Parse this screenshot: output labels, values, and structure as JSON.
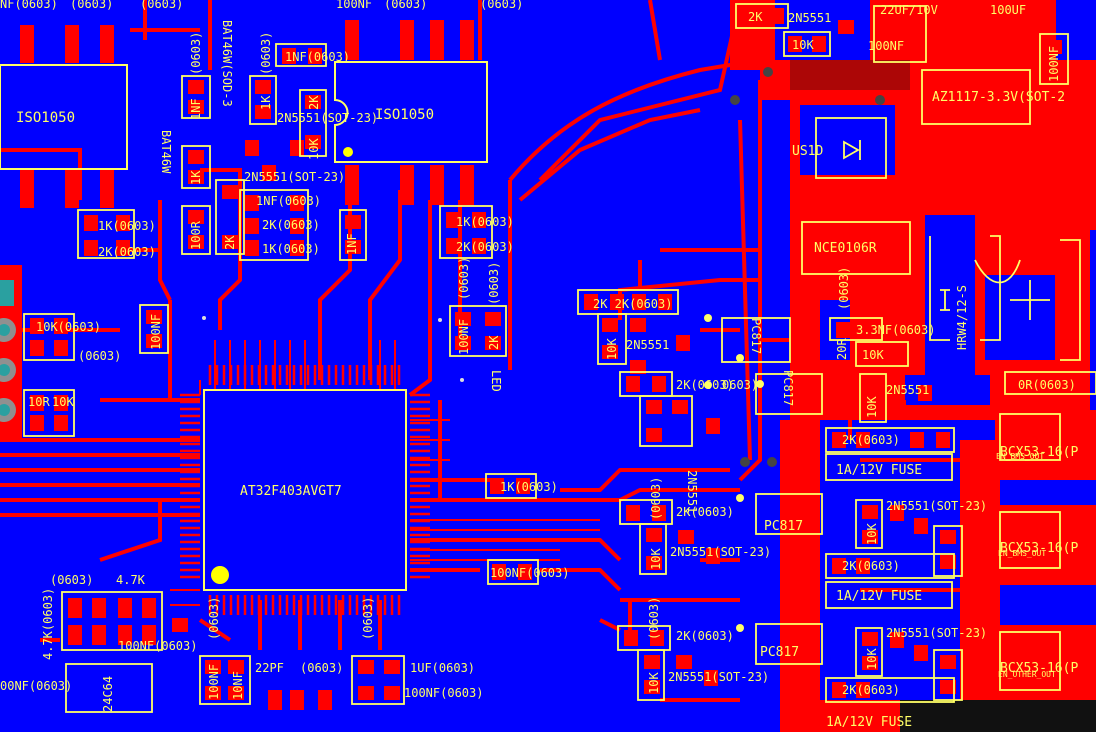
{
  "colors": {
    "background": "#0000ff",
    "copper_top": "#ff0000",
    "silkscreen": "#ffff66",
    "pad_dark": "#aa0000",
    "via": "#444444",
    "via_hole": "#dddddd",
    "bottom_copper_dark": "#111111",
    "connector_gray": "#909090",
    "connector_teal": "#2aa0a0"
  },
  "components": {
    "mcu": "AT32F403AVGT7",
    "can_left": "ISO1050",
    "can_mid": "ISO1050",
    "regulator": "AZ1117-3.3V(SOT-2",
    "mosfet": "NCE0106R",
    "diode": "US1D",
    "eeprom": "24C64",
    "fuse_1": "1A/12V FUSE",
    "fuse_2": "1A/12V FUSE",
    "fuse_3": "1A/12V FUSE",
    "opto_1": "PC817",
    "opto_2": "PC817",
    "opto_3": "PC817",
    "opto_4": "PC817",
    "relay_1": "BCX53-16(P",
    "relay_2": "BCX53-16(P",
    "relay_3": "BCX53-16(P",
    "relay_out_1": "EN_BMS_OUT",
    "relay_out_2": "EN_BMS_OUT",
    "relay_out_3": "EN_OTHER_OUT",
    "switch": "HRW4/12-S",
    "diode_pair_v": "BAT46W(SOD-3",
    "diode_pair_v2": "BAT46W",
    "led": "LED"
  },
  "labels": {
    "top_left_cut": "NF(0603)",
    "top_left_a": "(0603)",
    "top_left_b": "(0603)",
    "top_mid_a": "100NF",
    "top_mid_b": "(0603)",
    "top_mid_c": "(0603)",
    "nf1": "1NF(0603)",
    "q_top": "2N5551(SOT-23)",
    "q_mid": "2N5551(SOT-23)",
    "r_1nf": "1NF(0603)",
    "r_2k_a": "2K(0603)",
    "r_1k_a": "1K(0603)",
    "r_1k_left": "1K(0603)",
    "r_2k_left": "2K(0603)",
    "r_1k_right": "1K(0603)",
    "r_2k_right": "2K(0603)",
    "r_10k_a": "10K(0603)",
    "r_0603_a": "(0603)",
    "r_100nf_left": "100NF",
    "r_0603_v1": "(0603)",
    "r_0603_v2": "(0603)",
    "r_100nf_v": "100NF",
    "r_2k_v": "2K",
    "r_10r": "10R",
    "r_10k_b": "10K",
    "r_1k_mid": "1K(0603)",
    "r_100nf_mid": "100NF(0603)",
    "r_2k_2k": "2K 2K(0603)",
    "r_10k_v": "10K",
    "q_right": "2N5551",
    "r_0603_right": "0603)",
    "r_2k_0603": "2K(0603)",
    "r_22uf": "22UF/10V",
    "r_100uf": "100UF",
    "r_2k_top": "2K",
    "q_top_right": "2N5551",
    "r_10k_top": "10K",
    "r_100nf_top": "100NF",
    "r_100nf_topv": "100NF",
    "r_20r": "20R",
    "r_3nf": "3.3NF(0603)",
    "r_10k_sm": "10K",
    "q_sm": "2N5551",
    "r_0r": "0R(0603)",
    "r_0603_v3": "(0603)",
    "r_2k_right_a": "2K(0603)",
    "r_2k_right_b": "2K(0603)",
    "r_2k_right_c": "2K(0603)",
    "q_right_a": "2N5551(SOT-23)",
    "q_right_b": "2N5551(SOT-23)",
    "r_10k_r1": "10K",
    "r_10k_r2": "10K",
    "r_10k_r3": "10K",
    "q_bottom_a": "2N5551(SOT-23)",
    "q_bottom_b": "2N5551(SOT-23)",
    "r_2k_0603_b": "2K(0603)",
    "r_2k_0603_c": "2K(0603)",
    "r_10k_b1": "10K",
    "r_10k_b2": "10K",
    "r_0603_b1": "(0603)",
    "r_0603_b2": "(0603)",
    "r_4k7_v": "4.7K(0603)",
    "r_4k7_h": "4.7K",
    "r_0603_h": "(0603)",
    "r_100nf_b": "100NF(0603)",
    "r_100nf_bl": "00NF(0603)",
    "r_22pf": "22PF",
    "r_0603_bm": "(0603)",
    "r_1uf": "1UF(0603)",
    "r_100nf_bm": "100NF(0603)",
    "r_100nf_bv": "100NF",
    "r_10nf_bv": "10NF",
    "r_0603_bv1": "(0603)",
    "r_0603_bv2": "(0603)",
    "r_1k_v": "1K",
    "r_100r": "100R",
    "r_2k_vl": "2K",
    "r_10k_vl": "10K",
    "r_0603_vl": "(0603)",
    "r_0603_vl2": "(0603)",
    "r_1nf_v": "1NF",
    "r_1nf_v2": "1NF",
    "r_2k_v2": "2K",
    "r_1k_v2": "1K",
    "r_2n_v": "2N5551"
  }
}
